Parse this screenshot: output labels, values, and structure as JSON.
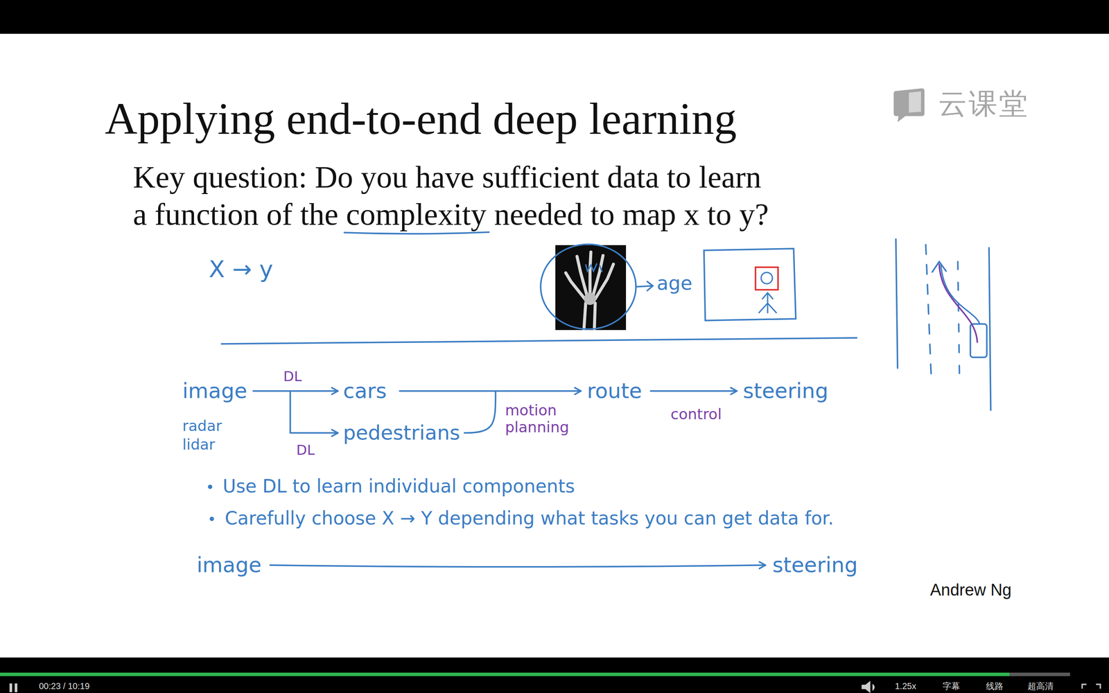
{
  "diagram": {
    "title": "Applying end-to-end deep learning",
    "labels": [
      "云课堂",
      "Key question: Do you have sufficient data to learn a function of the complexity needed to map x to y?",
      "X → y",
      "age",
      "image",
      "radar lidar",
      "DL",
      "DL",
      "cars",
      "pedestrians",
      "motion planning",
      "route",
      "control",
      "steering",
      "Use DL to learn individual components",
      "Carefully choose X → Y depending what tasks you can get data for.",
      "image",
      "steering",
      "Andrew Ng",
      "00:23 / 10:19",
      "1.25x",
      "字幕",
      "线路",
      "超高清"
    ]
  }
}
